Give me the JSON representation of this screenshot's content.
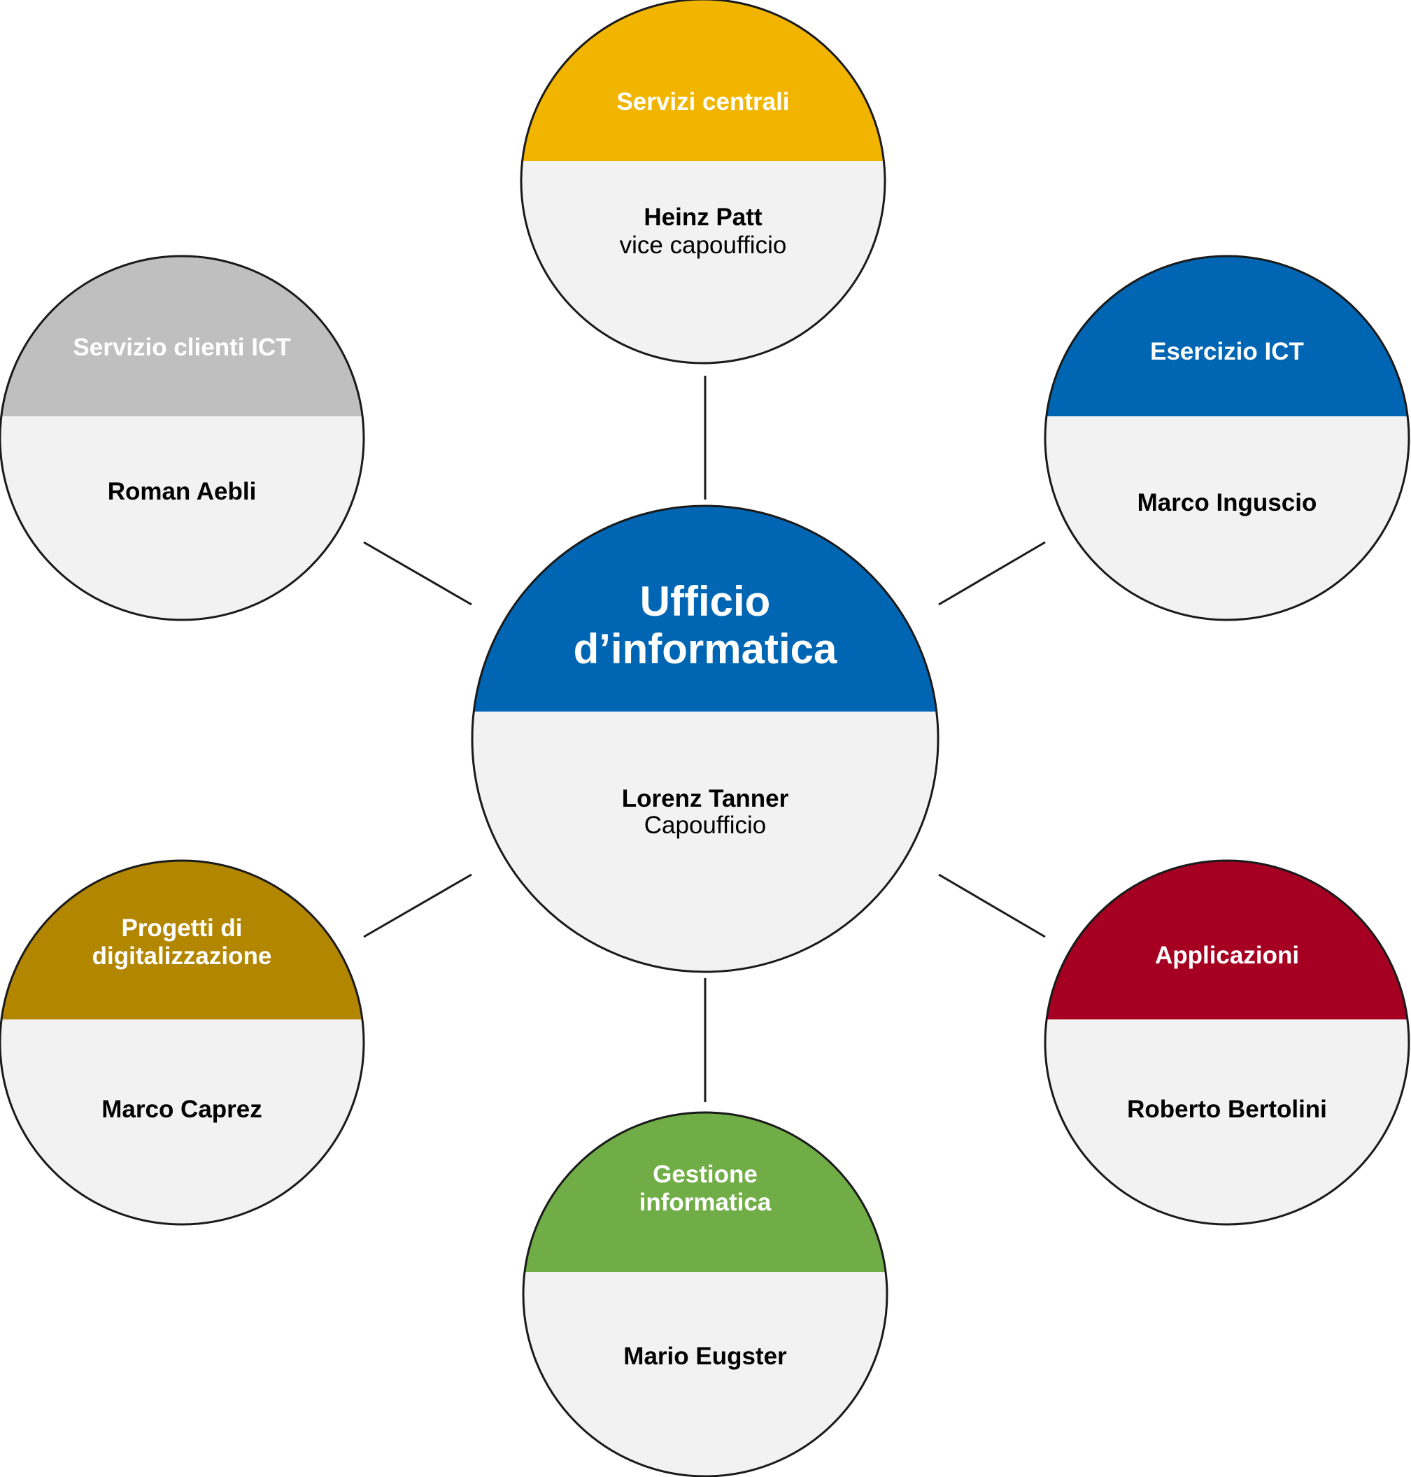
{
  "colors": {
    "blue": "#0066b3",
    "yellow": "#f1b500",
    "gray": "#bfbfbf",
    "dark_red": "#a50021",
    "olive": "#b38600",
    "green": "#70ad47",
    "body_fill": "#f2f2f2",
    "outline": "#1a1a1a"
  },
  "center": {
    "title": [
      "Ufficio",
      "d’informatica"
    ],
    "name": "Lorenz Tanner",
    "role": "Capoufficio",
    "header_color": "#0066b3"
  },
  "units": [
    {
      "id": "servizi-centrali",
      "title": [
        "Servizi centrali"
      ],
      "name": "Heinz Patt",
      "role": "vice capoufficio",
      "header_color": "#f1b500"
    },
    {
      "id": "esercizio-ict",
      "title": [
        "Esercizio ICT"
      ],
      "name": "Marco Inguscio",
      "role": "",
      "header_color": "#0066b3"
    },
    {
      "id": "applicazioni",
      "title": [
        "Applicazioni"
      ],
      "name": "Roberto Bertolini",
      "role": "",
      "header_color": "#a50021"
    },
    {
      "id": "gestione-informatica",
      "title": [
        "Gestione",
        "informatica"
      ],
      "name": "Mario Eugster",
      "role": "",
      "header_color": "#70ad47"
    },
    {
      "id": "progetti-digitalizzazione",
      "title": [
        "Progetti di",
        "digitalizzazione"
      ],
      "name": "Marco Caprez",
      "role": "",
      "header_color": "#b38600"
    },
    {
      "id": "servizio-clienti-ict",
      "title": [
        "Servizio clienti ICT"
      ],
      "name": "Roman Aebli",
      "role": "",
      "header_color": "#bfbfbf"
    }
  ]
}
